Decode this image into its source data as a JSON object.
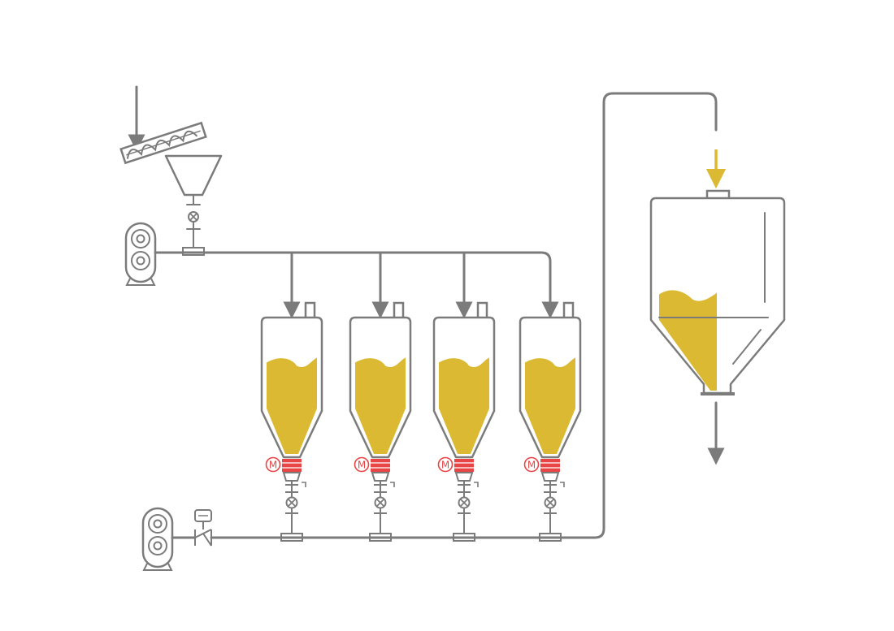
{
  "diagram": {
    "colors": {
      "pipe": "#7b7b7b",
      "product": "#dcb933",
      "feed_arrow": "#dcb933",
      "motor": "#e84646",
      "background": "#ffffff"
    },
    "icons": {
      "blower": "blower-icon",
      "valve": "butterfly-valve-icon",
      "screw_conveyor": "screw-conveyor-icon",
      "motor": "motor-icon",
      "check_valve": "check-valve-icon"
    },
    "dosing_silos": {
      "count": 4,
      "fill_level": 0.72,
      "motor_label": "M"
    },
    "receiving_silo": {
      "fill_level": 0.55
    }
  }
}
